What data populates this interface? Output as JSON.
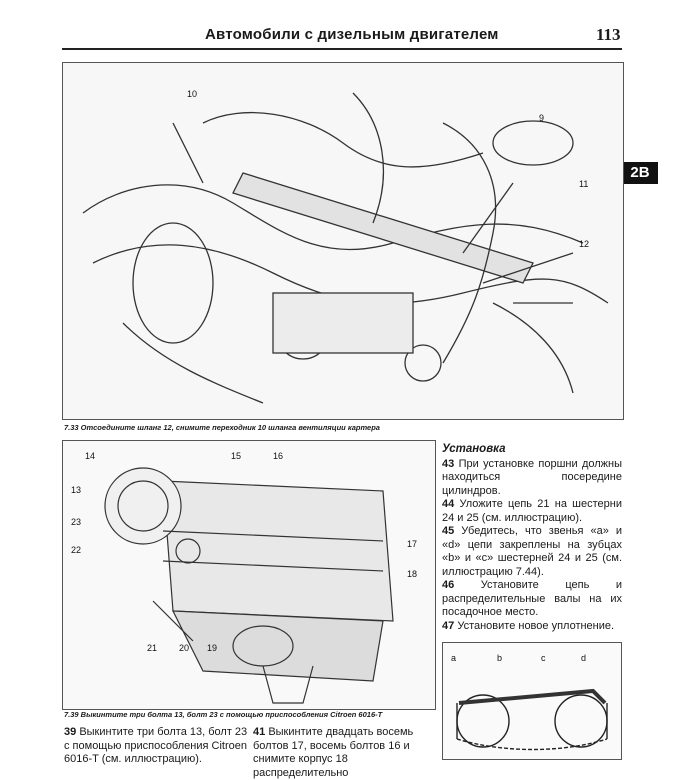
{
  "header": {
    "title": "Автомобили с дизельным двигателем",
    "page_number": "113",
    "section_tab": "2B"
  },
  "figure_733": {
    "caption": "7.33 Отсоедините шланг 12, снимите переходник 10 шланга вентиляции картера",
    "callouts": [
      "10",
      "9",
      "11",
      "12"
    ]
  },
  "figure_739": {
    "caption": "7.39 Выкинтите три болта 13, болт 23 с помощью приспособления Citroen 6016-T",
    "callouts": [
      "14",
      "15",
      "16",
      "13",
      "23",
      "22",
      "17",
      "18",
      "21",
      "20",
      "19"
    ]
  },
  "figure_744": {
    "callouts": [
      "a",
      "b",
      "c",
      "d"
    ]
  },
  "installation": {
    "heading": "Установка",
    "steps": [
      {
        "num": "43",
        "text": "При установке поршни должны находиться посередине цилиндров."
      },
      {
        "num": "44",
        "text": "Уложите цепь 21 на шестерни 24 и 25 (см. иллюстрацию)."
      },
      {
        "num": "45",
        "text": "Убедитесь, что звенья «а» и «d» цепи закреплены на зубцах «b» и «c» шестерней 24 и 25 (см. иллюстрацию 7.44)."
      },
      {
        "num": "46",
        "text": "Установите цепь и распределительные валы на их посадочное место."
      },
      {
        "num": "47",
        "text": "Установите новое уплотнение."
      }
    ]
  },
  "bottom_text": {
    "step_39_num": "39",
    "step_39": "Выкинтите три болта 13, болт 23 с помощью приспособления Citroen 6016-T (см. иллюстрацию).",
    "step_41_num": "41",
    "step_41": "Выкинтите двадцать восемь болтов 17, восемь болтов 16 и снимите корпус 18 распределительно"
  }
}
